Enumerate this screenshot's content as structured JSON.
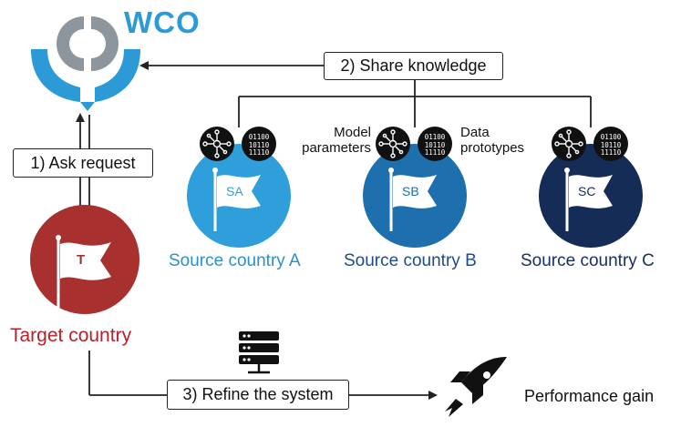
{
  "org": {
    "name": "WCO",
    "brand_color": "#2b9ad6",
    "logo_gray": "#8c969c"
  },
  "steps": {
    "share": "2) Share knowledge",
    "ask": "1) Ask request",
    "refine": "3) Refine the system"
  },
  "sources": [
    {
      "code": "SA",
      "label": "Source country A",
      "color": "#2f9fdc",
      "text_color": "#2b8fcf"
    },
    {
      "code": "SB",
      "label": "Source country B",
      "color": "#1e6fae",
      "text_color": "#1f4a8f"
    },
    {
      "code": "SC",
      "label": "Source country C",
      "color": "#152c57",
      "text_color": "#1a2f63"
    }
  ],
  "annotations": {
    "model_line1": "Model",
    "model_line2": "parameters",
    "data_line1": "Data",
    "data_line2": "prototypes",
    "binary": [
      "01100",
      "10110",
      "11110"
    ]
  },
  "target": {
    "code": "T",
    "label": "Target country",
    "color": "#a8302e",
    "text_color": "#b8202a"
  },
  "outcome": {
    "label": "Performance gain"
  },
  "icons": {
    "network": "network-node-icon",
    "binary": "binary-data-icon",
    "server": "server-stack-icon",
    "rocket": "rocket-icon",
    "flag": "flag-icon"
  }
}
